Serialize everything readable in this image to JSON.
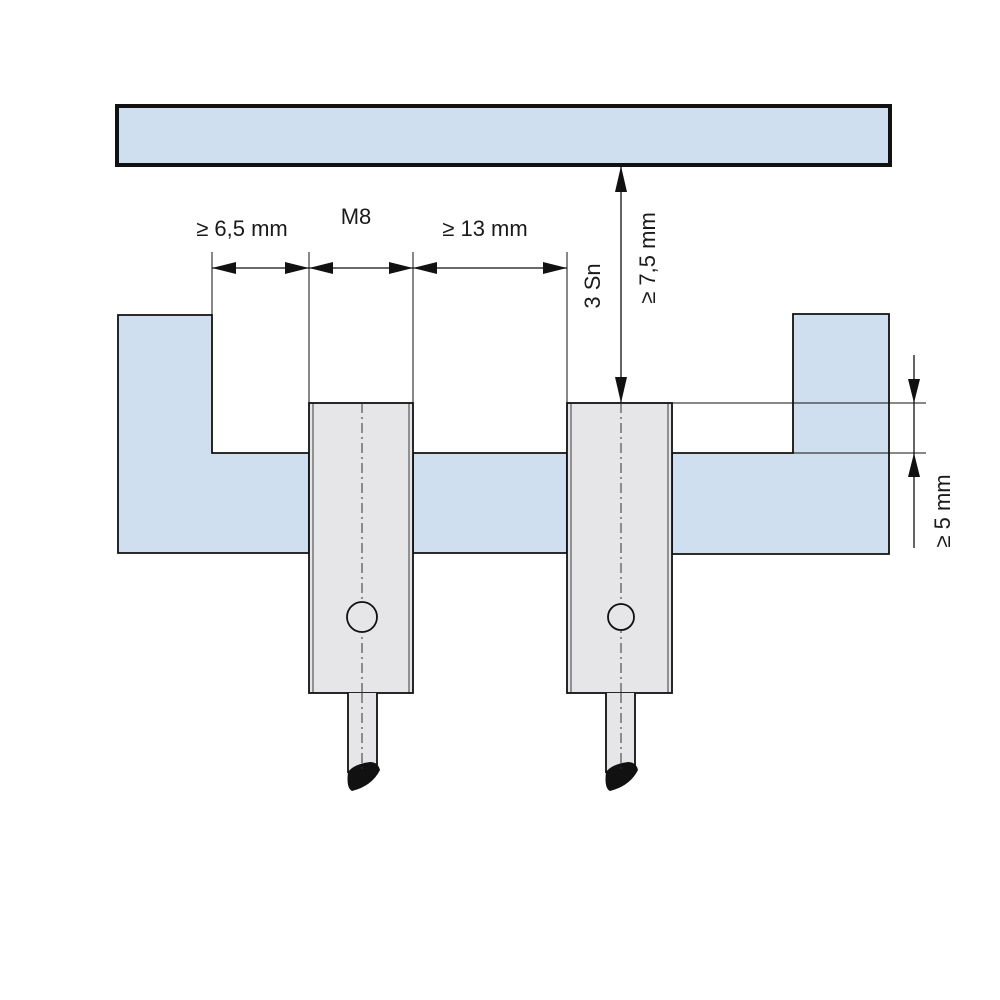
{
  "labels": {
    "gap_left": "≥ 6,5 mm",
    "thread": "M8",
    "gap_between": "≥ 13 mm",
    "sensing_distance": "3 Sn",
    "target_distance": "≥ 7,5 mm",
    "flush_offset": "≥ 5 mm"
  },
  "colors": {
    "plate_fill": "#cfdff0",
    "sensor_body": "#e6e6e8",
    "outline": "#111111"
  }
}
